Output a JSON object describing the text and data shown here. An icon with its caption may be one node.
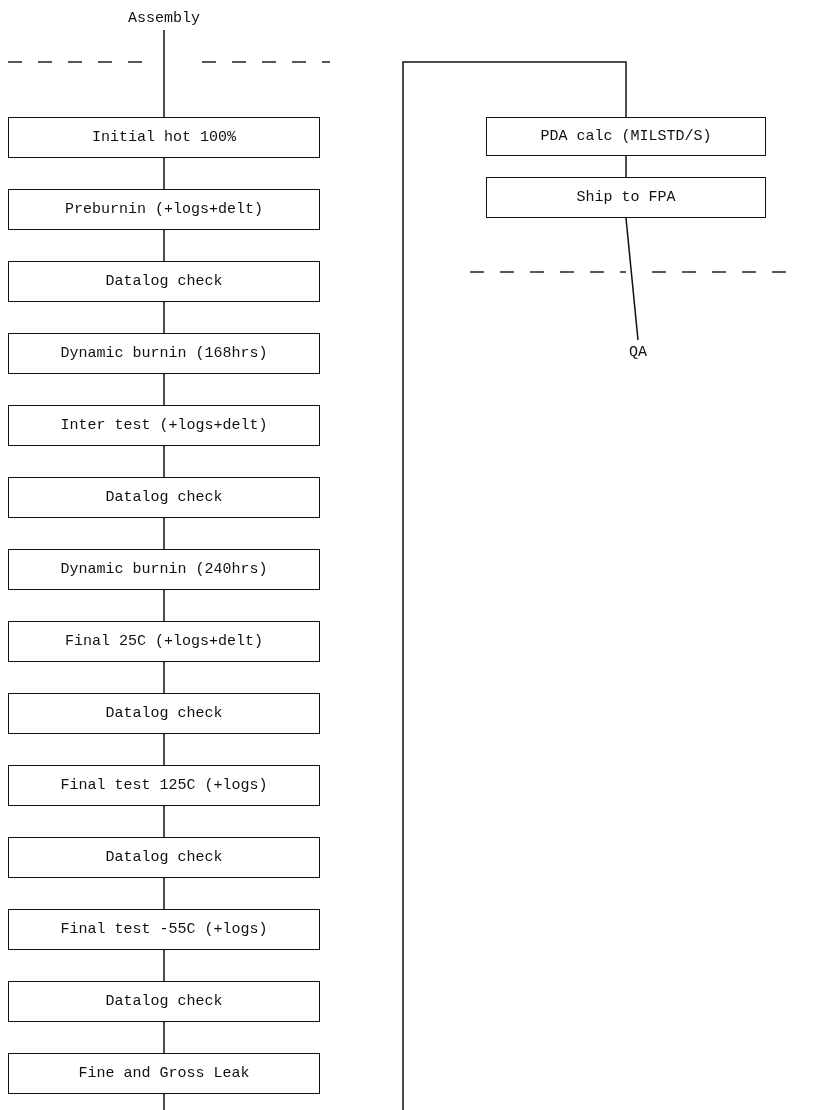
{
  "diagram": {
    "nodes": [
      {
        "text": [
          "Assembly"
        ]
      },
      {
        "text": [
          "Initial hot 100%"
        ]
      },
      {
        "text": [
          "Preburnin (+logs+delt)"
        ]
      },
      {
        "text": [
          "Datalog check"
        ]
      },
      {
        "text": [
          "Dynamic burnin (168hrs)"
        ]
      },
      {
        "text": [
          "Inter test (+logs+delt)"
        ]
      },
      {
        "text": [
          "Datalog check"
        ]
      },
      {
        "text": [
          "Dynamic burnin (240hrs)"
        ]
      },
      {
        "text": [
          "Final 25C (+logs+delt)"
        ]
      },
      {
        "text": [
          "Datalog check"
        ]
      },
      {
        "text": [
          "Final test 125C (+logs)"
        ]
      },
      {
        "text": [
          "Datalog check"
        ]
      },
      {
        "text": [
          "Final test -55C (+logs)"
        ]
      },
      {
        "text": [
          "Datalog check"
        ]
      },
      {
        "text": [
          "Fine and Gross Leak"
        ]
      },
      {
        "text": [
          "PDA calc (MILSTD/S)"
        ]
      },
      {
        "text": [
          "Ship to FPA"
        ]
      },
      {
        "text": [
          "QA"
        ]
      }
    ],
    "edges": [
      {
        "from": 0,
        "to": 1,
        "arrow": "none"
      },
      {
        "from": 1,
        "to": 2,
        "arrow": "none"
      },
      {
        "from": 2,
        "to": 3,
        "arrow": "none"
      },
      {
        "from": 3,
        "to": 4,
        "arrow": "none"
      },
      {
        "from": 4,
        "to": 5,
        "arrow": "none"
      },
      {
        "from": 5,
        "to": 6,
        "arrow": "none"
      },
      {
        "from": 6,
        "to": 7,
        "arrow": "none"
      },
      {
        "from": 7,
        "to": 8,
        "arrow": "none"
      },
      {
        "from": 8,
        "to": 9,
        "arrow": "none"
      },
      {
        "from": 9,
        "to": 10,
        "arrow": "none"
      },
      {
        "from": 10,
        "to": 11,
        "arrow": "none"
      },
      {
        "from": 11,
        "to": 12,
        "arrow": "none"
      },
      {
        "from": 12,
        "to": 13,
        "arrow": "none"
      },
      {
        "from": 13,
        "to": 14,
        "arrow": "none"
      },
      {
        "from": 14,
        "to": null,
        "arrow": "none"
      },
      {
        "from": null,
        "to": 15,
        "arrow": "none"
      },
      {
        "from": 15,
        "to": 16,
        "arrow": "none"
      },
      {
        "from": 16,
        "to": 17,
        "arrow": "none"
      }
    ]
  }
}
